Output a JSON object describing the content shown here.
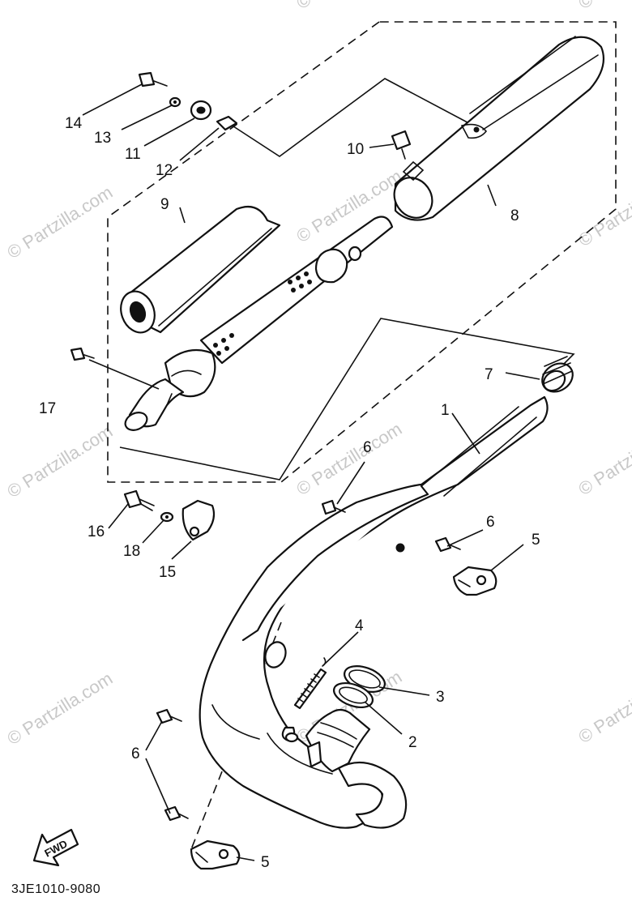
{
  "diagram": {
    "code": "3JE1010-9080",
    "fwd_label": "FWD",
    "watermark": "© Partzilla.com",
    "callouts": {
      "c1": "1",
      "c2": "2",
      "c3": "3",
      "c4": "4",
      "c5a": "5",
      "c5b": "5",
      "c6a": "6",
      "c6b": "6",
      "c6c": "6",
      "c7": "7",
      "c8": "8",
      "c9": "9",
      "c10": "10",
      "c11": "11",
      "c12": "12",
      "c13": "13",
      "c14": "14",
      "c15": "15",
      "c16": "16",
      "c17": "17",
      "c18": "18"
    }
  }
}
